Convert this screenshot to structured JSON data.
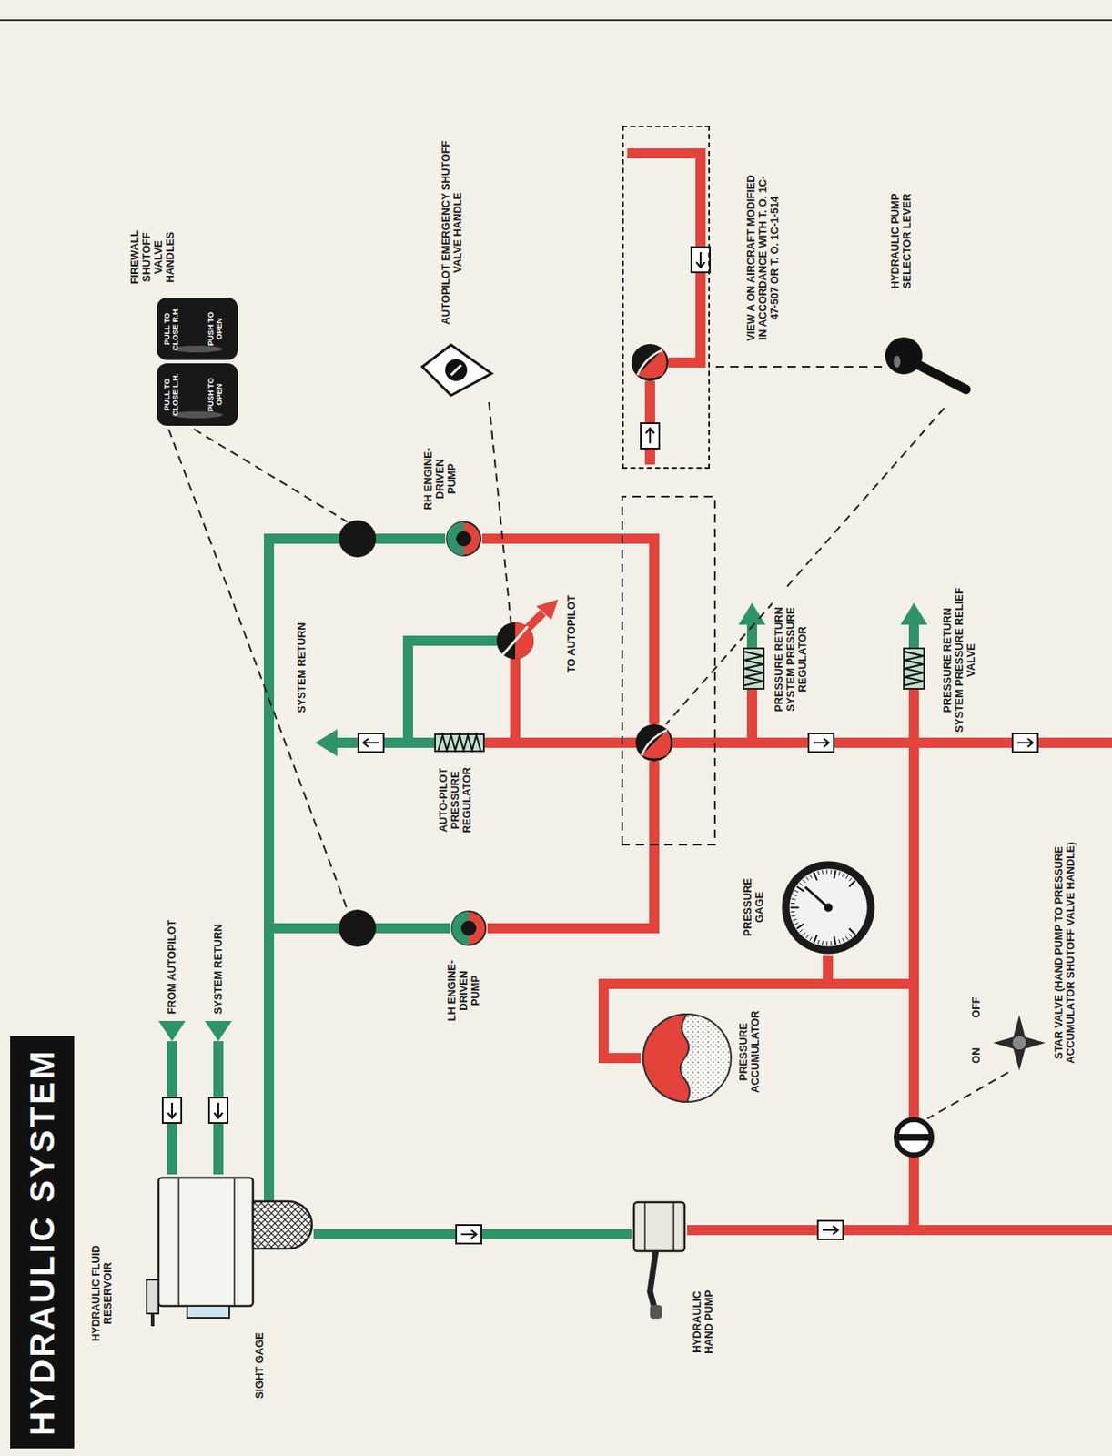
{
  "diagram": {
    "title": "HYDRAULIC SYSTEM",
    "nodes": [
      {
        "text": [
          "HYDRAULIC SYSTEM"
        ]
      },
      {
        "text": [
          "HYDRAULIC FLUID RESERVOIR"
        ]
      },
      {
        "text": [
          "FIREWALL SHUTOFF VALVE HANDLES"
        ]
      },
      {
        "text": [
          "AUTOPILOT EMERGENCY SHUTOFF VALVE HANDLE"
        ]
      },
      {
        "text": [
          "RH ENGINE-DRIVEN PUMP"
        ]
      },
      {
        "text": [
          "LH ENGINE-DRIVEN PUMP"
        ]
      },
      {
        "text": [
          "AUTO-PILOT PRESSURE REGULATOR"
        ]
      },
      {
        "text": [
          "VIEW A ON AIRCRAFT MODIFIED IN ACCORDANCE WITH T. O. 1C-47-507 OR T. O. 1C-1-514"
        ]
      },
      {
        "text": [
          "HYDRAULIC PUMP SELECTOR LEVER"
        ]
      },
      {
        "text": [
          "PRESSURE RETURN SYSTEM PRESSURE REGULATOR"
        ]
      },
      {
        "text": [
          "PRESSURE RETURN SYSTEM PRESSURE RELIEF VALVE"
        ]
      },
      {
        "text": [
          "PRESSURE GAGE"
        ]
      },
      {
        "text": [
          "PRESSURE ACCUMULATOR"
        ]
      },
      {
        "text": [
          "STAR VALVE (HAND PUMP TO PRESSURE ACCUMULATOR SHUTOFF VALVE HANDLE)"
        ]
      },
      {
        "text": [
          "HYDRAULIC HAND PUMP"
        ]
      }
    ],
    "edges": [
      {
        "from": 1,
        "to": 14,
        "arrow": "none"
      },
      {
        "from": 1,
        "to": 5,
        "arrow": "none"
      },
      {
        "from": 1,
        "to": 4,
        "arrow": "none"
      }
    ],
    "labels": [
      "SIGHT GAGE",
      "FROM AUTOPILOT",
      "SYSTEM RETURN",
      "SYSTEM RETURN",
      "TO AUTOPILOT",
      "PULL TO CLOSE L.H.",
      "PUSH TO OPEN",
      "PULL TO CLOSE R.H.",
      "PUSH TO OPEN",
      "ON",
      "OFF"
    ]
  }
}
